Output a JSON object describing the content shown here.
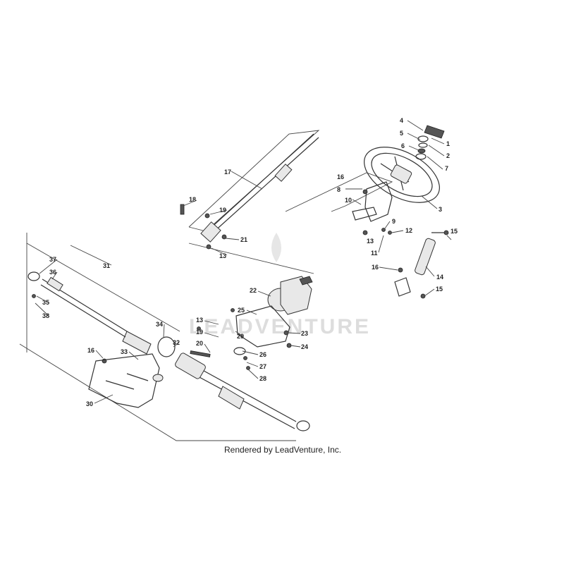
{
  "credit": "Rendered by LeadVenture, Inc.",
  "watermark": "LEADVENTURE",
  "callouts": [
    "1",
    "2",
    "3",
    "4",
    "5",
    "6",
    "7",
    "8",
    "9",
    "10",
    "11",
    "12",
    "13",
    "13",
    "13",
    "14",
    "15",
    "15",
    "16",
    "16",
    "16",
    "17",
    "18",
    "19",
    "19",
    "20",
    "21",
    "22",
    "23",
    "24",
    "25",
    "26",
    "27",
    "28",
    "29",
    "30",
    "31",
    "32",
    "33",
    "34",
    "35",
    "36",
    "37",
    "38"
  ],
  "colors": {
    "line": "#333333",
    "text": "#222222",
    "watermark": "#dddddd"
  }
}
